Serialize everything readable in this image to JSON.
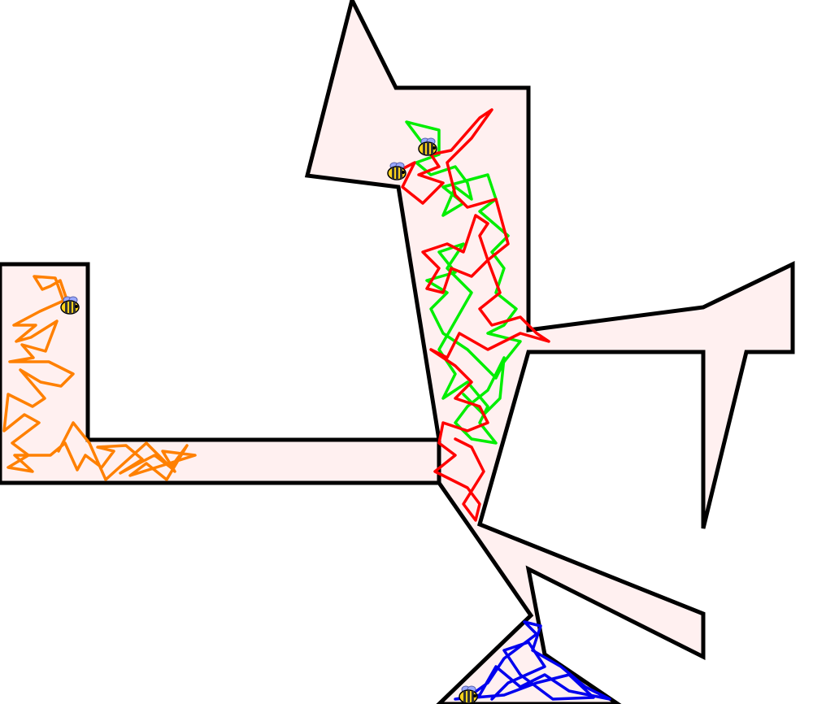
{
  "maze": {
    "fill_color": "#fff0f0",
    "wall_color": "#000000"
  },
  "agents": [
    {
      "name": "orange-bee",
      "color": "#ff8000",
      "icon": "bee-icon"
    },
    {
      "name": "red-bee",
      "color": "#ff0000",
      "icon": "bee-icon"
    },
    {
      "name": "green-bee",
      "color": "#00ee00",
      "icon": "bee-icon"
    },
    {
      "name": "blue-bee",
      "color": "#0000ee",
      "icon": "bee-icon"
    }
  ]
}
